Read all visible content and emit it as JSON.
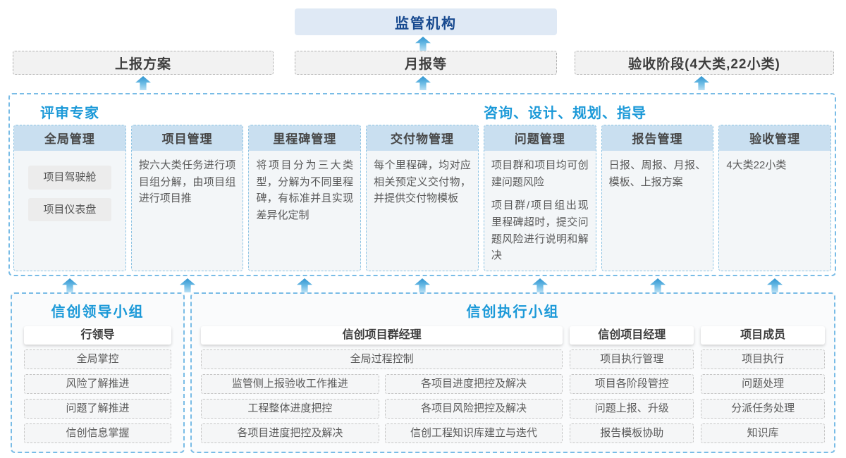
{
  "top": {
    "regulator_label": "监管机构"
  },
  "outputs": {
    "report_plan": "上报方案",
    "monthly_report": "月报等",
    "acceptance_stage": "验收阶段(4大类,22小类)"
  },
  "platform": {
    "left_title": "评审专家",
    "right_title": "咨询、设计、规划、指导",
    "columns": [
      {
        "title": "全局管理",
        "pills": [
          "项目驾驶舱",
          "项目仪表盘"
        ]
      },
      {
        "title": "项目管理",
        "paragraphs": [
          "按六大类任务进行项目组分解，由项目组进行项目推"
        ]
      },
      {
        "title": "里程碑管理",
        "paragraphs": [
          "将项目分为三大类型，分解为不同里程碑，有标准并且实现差异化定制"
        ]
      },
      {
        "title": "交付物管理",
        "paragraphs": [
          "每个里程碑，均对应相关预定义交付物，并提供交付物模板"
        ]
      },
      {
        "title": "问题管理",
        "paragraphs": [
          "项目群和项目均可创建问题风险",
          "项目群/项目组出现里程碑超时，提交问题风险进行说明和解决"
        ]
      },
      {
        "title": "报告管理",
        "paragraphs": [
          "日报、周报、月报、模板、上报方案"
        ]
      },
      {
        "title": "验收管理",
        "paragraphs": [
          "4大类22小类"
        ]
      }
    ]
  },
  "leadership_group": {
    "title": "信创领导小组",
    "role": "行领导",
    "items": [
      "全局掌控",
      "风险了解推进",
      "问题了解推进",
      "信创信息掌握"
    ]
  },
  "execution_group": {
    "title": "信创执行小组",
    "program_manager": {
      "role": "信创项目群经理",
      "full_item": "全局过程控制",
      "grid_items": [
        "监管侧上报验收工作推进",
        "各项目进度把控及解决",
        "工程整体进度把控",
        "各项目风险把控及解决",
        "各项目进度把控及解决",
        "信创工程知识库建立与迭代"
      ]
    },
    "project_manager": {
      "role": "信创项目经理",
      "items": [
        "项目执行管理",
        "项目各阶段管控",
        "问题上报、升级",
        "报告模板协助"
      ]
    },
    "member": {
      "role": "项目成员",
      "items": [
        "项目执行",
        "问题处理",
        "分派任务处理",
        "知识库"
      ]
    }
  },
  "icons": {
    "arrow": "up-arrow"
  },
  "colors": {
    "accent_blue": "#1b99d8",
    "navy_text": "#17498f",
    "regulator_fill": "#dfe9f5",
    "column_header_fill": "#c9dff0",
    "container_border": "#79bce6",
    "arrow_blue": "#2e94d0"
  }
}
